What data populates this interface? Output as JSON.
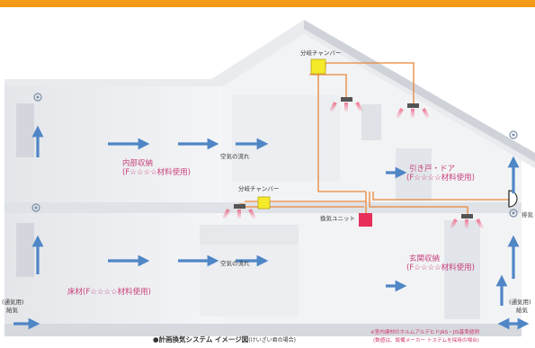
{
  "labels": {
    "branch_chamber_top": "分岐チャンバー",
    "branch_chamber_mid": "分岐チャンバー",
    "interior_storage_1": "内部収納",
    "interior_storage_2": "(F☆☆☆☆材料使用)",
    "airflow_upper": "空気の流れ",
    "airflow_lower": "空気の流れ",
    "sliding_door_1": "引き戸・ドア",
    "sliding_door_2": "(F☆☆☆☆材料使用)",
    "vent_unit": "換気ユニット",
    "exhaust": "排気",
    "entrance_storage_1": "玄関収納",
    "entrance_storage_2": "(F☆☆☆☆材料使用)",
    "floor_material": "床材(F☆☆☆☆材料使用)",
    "supply_left_1": "(通気用)",
    "supply_left_2": "給気",
    "supply_right_1": "(通気用)",
    "supply_right_2": "給気"
  },
  "caption": {
    "main": "●計画換気システム イメージ図",
    "sub": "(けいざい君の場合)"
  },
  "footnote": {
    "line1": "※室内建材のホルムアルデヒドJAS・JIS基準値例",
    "line2": "(数値は、設備メーカー トステムを採用の場合)"
  },
  "colors": {
    "accent_bar": "#f39a16",
    "duct": "#e8873a",
    "chamber": "#f4ea2a",
    "vent_unit": "#e8305a",
    "airflow_arrow": "#4f86c6",
    "label_pink": "#c8407c"
  }
}
